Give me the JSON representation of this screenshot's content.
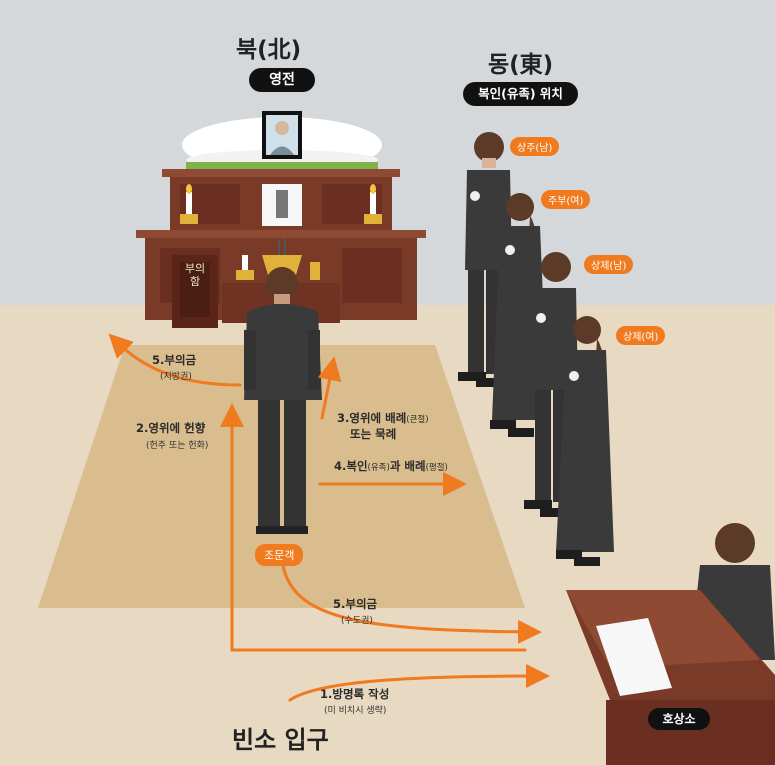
{
  "directions": {
    "north": "북(北)",
    "north_label": "영전",
    "east": "동(東)",
    "east_label": "복인(유족) 위치"
  },
  "altar": {
    "donation_box_label": "부의함"
  },
  "family": [
    {
      "label": "상주(남)"
    },
    {
      "label": "주부(여)"
    },
    {
      "label": "상제(남)"
    },
    {
      "label": "상제(여)"
    }
  ],
  "visitor_label": "조문객",
  "steps": {
    "step1_title": "1.방명록 작성",
    "step1_sub": "(미 비치시 생략)",
    "step2_title": "2.영위에 헌향",
    "step2_sub": "(헌주 또는 헌화)",
    "step3_line1": "3.영위에 배례",
    "step3_small": "(큰절)",
    "step3_line2": "또는 묵례",
    "step4_title": "4.복인",
    "step4_mid": "(유족)",
    "step4_end": "과 배례",
    "step4_small": "(평절)",
    "step5a_title": "5.부의금",
    "step5a_sub": "(지방권)",
    "step5b_title": "5.부의금",
    "step5b_sub": "(수도권)"
  },
  "entrance_label": "빈소 입구",
  "desk_label": "호상소",
  "colors": {
    "wall": "#d4d8db",
    "floor": "#e8d9c3",
    "mat": "#d9bd8e",
    "arrow": "#f07a1e",
    "wood": "#7a3a28",
    "suit": "#3a3a3a"
  }
}
